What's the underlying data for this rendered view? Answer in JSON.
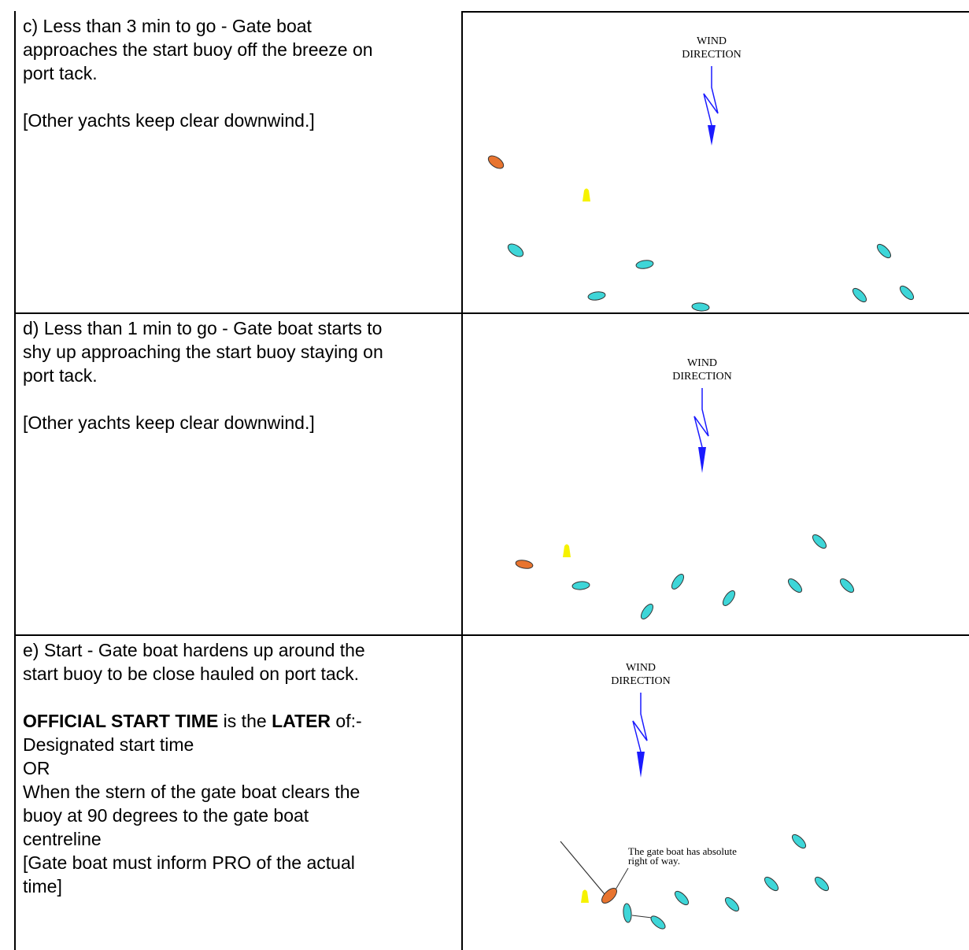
{
  "rows": [
    {
      "id": "c",
      "lines": [
        "c) Less than 3 min to go - Gate boat",
        "approaches the start buoy off the breeze on",
        "port tack.",
        "",
        "[Other yachts keep clear downwind.]"
      ],
      "wind_label_1": "WIND",
      "wind_label_2": "DIRECTION"
    },
    {
      "id": "d",
      "lines": [
        "d) Less than 1 min to go - Gate boat starts to",
        "shy up approaching the start buoy staying on",
        "port tack.",
        "",
        "[Other yachts keep clear downwind.]"
      ],
      "wind_label_1": "WIND",
      "wind_label_2": "DIRECTION"
    },
    {
      "id": "e",
      "line1": "e) Start - Gate boat hardens up around the",
      "line2": "start buoy to be close hauled on port tack.",
      "official_bold": "OFFICIAL START TIME",
      "official_mid": " is the ",
      "official_later": "LATER",
      "official_end": " of:-",
      "opt1": "Designated start time",
      "or": "OR",
      "opt2_lines": [
        "When the stern of the gate boat clears the",
        "buoy at 90 degrees to the gate boat",
        "centreline"
      ],
      "note_lines": [
        "[Gate boat must inform PRO of the actual",
        "time]"
      ],
      "wind_label_1": "WIND",
      "wind_label_2": "DIRECTION",
      "annotation_1": "The gate boat has absolute",
      "annotation_2": "right of way."
    }
  ],
  "colors": {
    "gate_boat": "#e8742f",
    "yacht": "#3ed6d8",
    "buoy": "#f6f200",
    "wind_arrow": "#1a1aff"
  }
}
